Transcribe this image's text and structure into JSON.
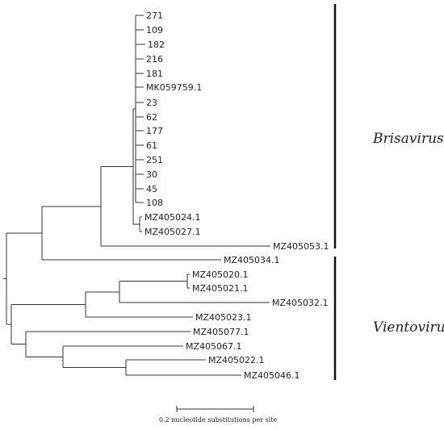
{
  "tree": {
    "leaves": [
      {
        "id": "L271",
        "label": "271"
      },
      {
        "id": "L109",
        "label": "109"
      },
      {
        "id": "L182",
        "label": "182"
      },
      {
        "id": "L216",
        "label": "216"
      },
      {
        "id": "L181",
        "label": "181"
      },
      {
        "id": "LMK059759",
        "label": "MK059759.1"
      },
      {
        "id": "L23",
        "label": "23"
      },
      {
        "id": "L62",
        "label": "62"
      },
      {
        "id": "L177",
        "label": "177"
      },
      {
        "id": "L61",
        "label": "61"
      },
      {
        "id": "L251",
        "label": "251"
      },
      {
        "id": "L30",
        "label": "30"
      },
      {
        "id": "L45",
        "label": "45"
      },
      {
        "id": "L108",
        "label": "108"
      },
      {
        "id": "LMZ405024",
        "label": "MZ405024.1"
      },
      {
        "id": "LMZ405027",
        "label": "MZ405027.1"
      },
      {
        "id": "LMZ405053",
        "label": "MZ405053.1"
      },
      {
        "id": "LMZ405034",
        "label": "MZ405034.1"
      },
      {
        "id": "LMZ405020",
        "label": "MZ405020.1"
      },
      {
        "id": "LMZ405021",
        "label": "MZ405021.1"
      },
      {
        "id": "LMZ405032",
        "label": "MZ405032.1"
      },
      {
        "id": "LMZ405023",
        "label": "MZ405023.1"
      },
      {
        "id": "LMZ405077",
        "label": "MZ405077.1"
      },
      {
        "id": "LMZ405067",
        "label": "MZ405067.1"
      },
      {
        "id": "LMZ405022",
        "label": "MZ405022.1"
      },
      {
        "id": "LMZ405046",
        "label": "MZ405046.1"
      }
    ],
    "clades": [
      {
        "name": "Brisavirus"
      },
      {
        "name": "Vientovirus"
      }
    ],
    "scale_bar": {
      "label": "0.2 nucleotide substitutions per site",
      "value": 0.2
    }
  }
}
